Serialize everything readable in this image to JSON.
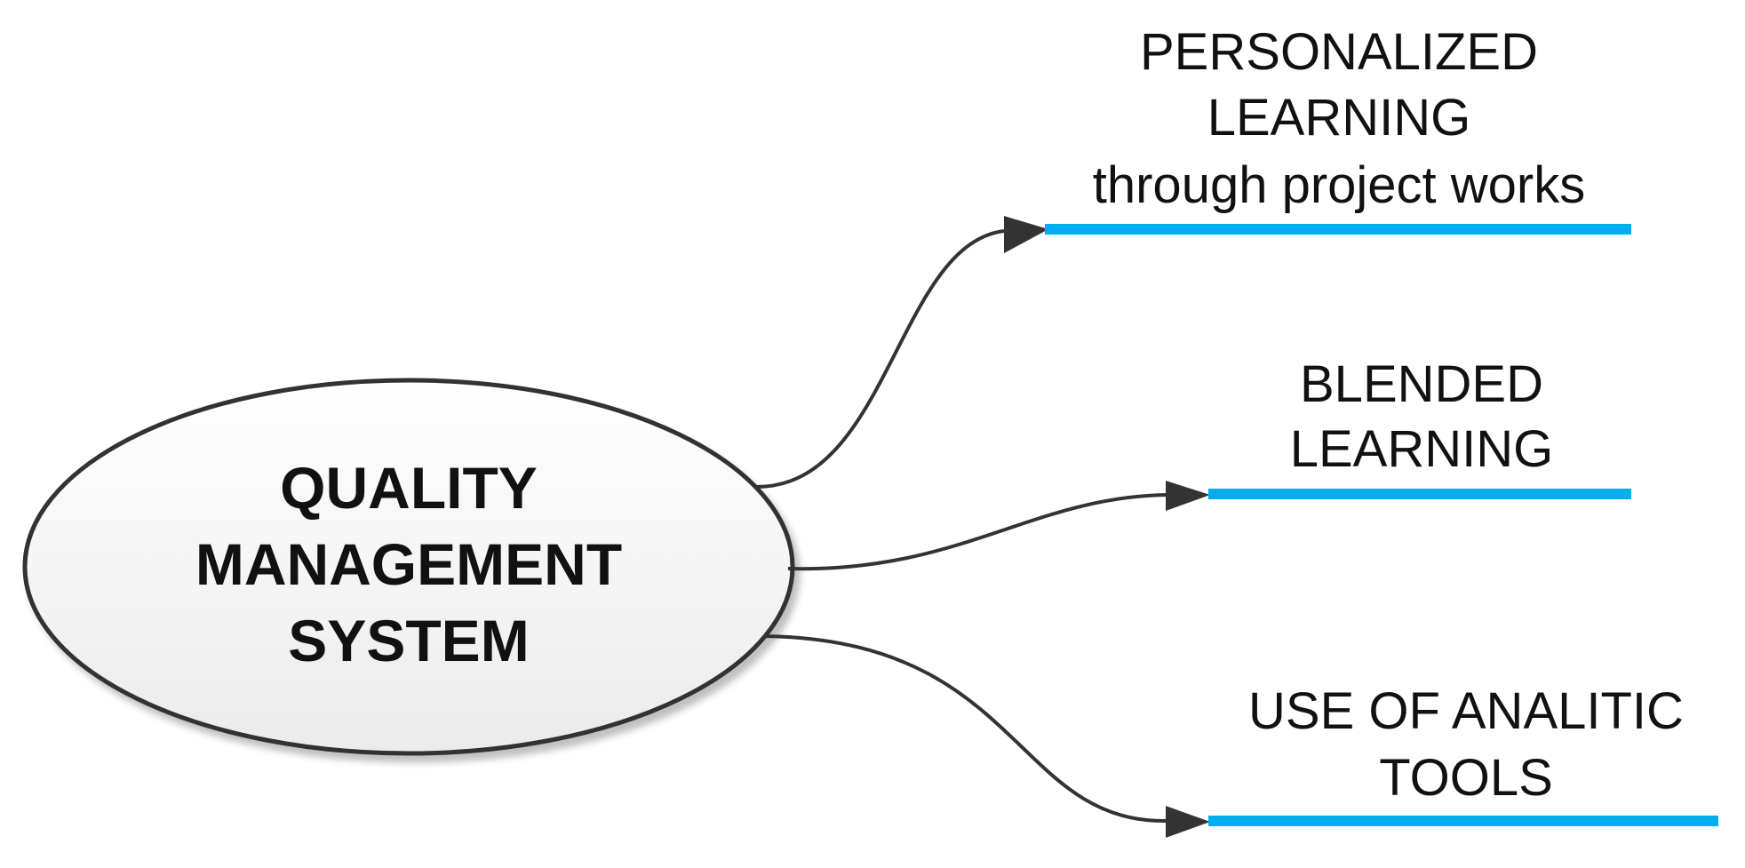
{
  "central_topic": {
    "lines": [
      "QUALITY",
      "MANAGEMENT",
      "SYSTEM"
    ]
  },
  "branches": [
    {
      "lines": [
        "PERSONALIZED",
        "LEARNING",
        "through project works"
      ]
    },
    {
      "lines": [
        "BLENDED",
        "LEARNING"
      ]
    },
    {
      "lines": [
        "USE OF ANALITIC",
        "TOOLS"
      ]
    }
  ],
  "colors": {
    "underline": "#00AEEF",
    "connector": "#333333",
    "ellipse_stroke": "#333333",
    "ellipse_fill_top": "#FFFFFF",
    "ellipse_fill_bottom": "#EEEEEE",
    "text": "#111111"
  }
}
